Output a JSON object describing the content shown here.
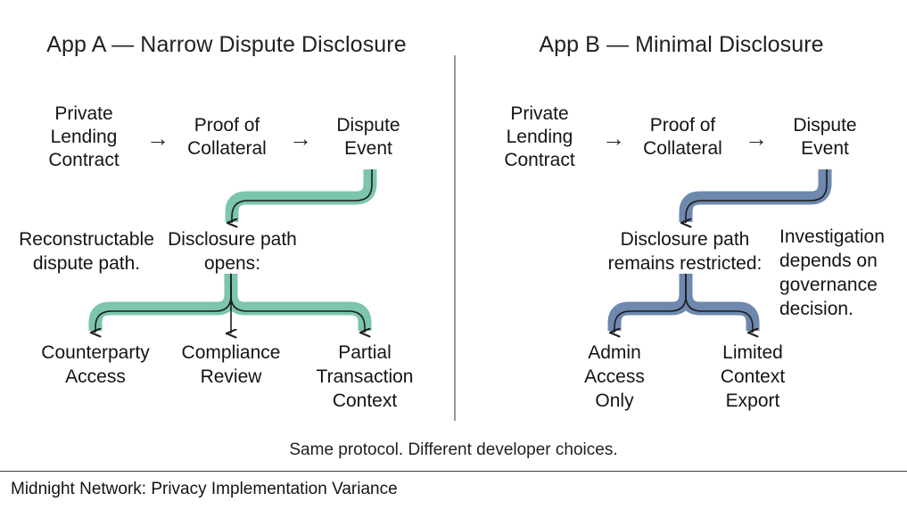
{
  "caption": {
    "text": "Midnight Network: Privacy Implementation Variance"
  },
  "tagline": {
    "text": "Same protocol. Different developer choices."
  },
  "colors": {
    "flow_green": "#7CC5AE",
    "flow_blue": "#6E88AE",
    "stroke_dark": "#1c1c1c",
    "divider": "#9a9a9a",
    "text": "#141414"
  },
  "panels": [
    {
      "id": "panel-a",
      "title": "App A — Narrow Dispute Disclosure",
      "flow": {
        "nodes": [
          {
            "lines": [
              "Private",
              "Lending",
              "Contract"
            ]
          },
          {
            "lines": [
              "Proof of",
              "Collateral"
            ]
          },
          {
            "lines": [
              "Dispute",
              "Event"
            ]
          }
        ],
        "connector_glyph": "→"
      },
      "notes": [
        {
          "id": "note-reconstructable",
          "lines": [
            "Reconstructable",
            "dispute path."
          ]
        },
        {
          "id": "note-disclosure-path",
          "lines": [
            "Disclosure path",
            "opens:"
          ]
        }
      ],
      "outcomes": [
        {
          "lines": [
            "Counterparty",
            "Access"
          ]
        },
        {
          "lines": [
            "Compliance",
            "Review"
          ]
        },
        {
          "lines": [
            "Partial",
            "Transaction",
            "Context"
          ]
        }
      ]
    },
    {
      "id": "panel-b",
      "title": "App B — Minimal Disclosure",
      "flow": {
        "nodes": [
          {
            "lines": [
              "Private",
              "Lending",
              "Contract"
            ]
          },
          {
            "lines": [
              "Proof of",
              "Collateral"
            ]
          },
          {
            "lines": [
              "Dispute",
              "Event"
            ]
          }
        ],
        "connector_glyph": "→"
      },
      "notes": [
        {
          "id": "note-restricted",
          "lines": [
            "Disclosure path",
            "remains restricted:"
          ]
        },
        {
          "id": "note-investigation",
          "lines": [
            "Investigation",
            "depends on",
            "governance",
            "decision."
          ]
        }
      ],
      "outcomes": [
        {
          "lines": [
            "Admin",
            "Access",
            "Only"
          ]
        },
        {
          "lines": [
            "Limited",
            "Context",
            "Export"
          ]
        }
      ]
    }
  ]
}
